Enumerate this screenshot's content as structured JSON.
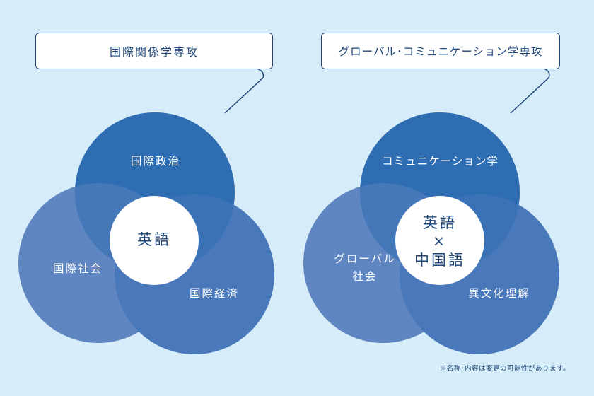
{
  "left_diagram": {
    "title": "国際関係学専攻",
    "top_circle": "国際政治",
    "left_circle": "国際社会",
    "right_circle": "国際経済",
    "center": "英語"
  },
  "right_diagram": {
    "title": "グローバル･コミュニケーション学専攻",
    "top_circle": "コミュニケーション学",
    "left_circle_line1": "グローバル",
    "left_circle_line2": "社会",
    "right_circle": "異文化理解",
    "center_line1": "英語",
    "center_line2": "×",
    "center_line3": "中国語"
  },
  "footnote": "※名称･内容は変更の可能性があります。",
  "colors": {
    "background": "#d6ecf8",
    "top_circle": "#2f6db3",
    "left_circle": "#5f86c0",
    "right_circle": "#4a79bb",
    "outline": "#1f4678",
    "text_dark": "#1f4678"
  }
}
